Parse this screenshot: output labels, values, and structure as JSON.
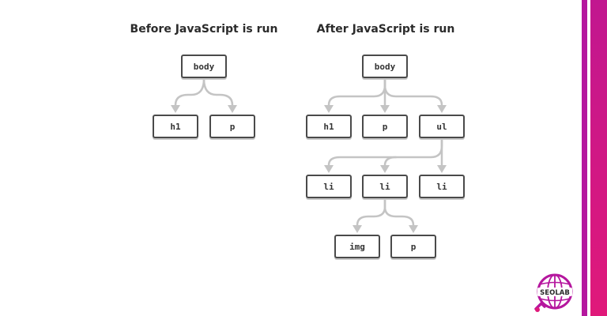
{
  "left_panel": {
    "heading": "Before JavaScript is run",
    "nodes": {
      "body": "body",
      "h1": "h1",
      "p": "p"
    }
  },
  "right_panel": {
    "heading": "After JavaScript is run",
    "nodes": {
      "body": "body",
      "h1": "h1",
      "p": "p",
      "ul": "ul",
      "li_1": "li",
      "li_2": "li",
      "li_3": "li",
      "img": "img",
      "p2": "p"
    }
  },
  "logo": {
    "text": "SEOLAB",
    "icon": "globe-logo-icon"
  },
  "colors": {
    "node_border": "#4a4a4a",
    "arrow": "#c4c4c4",
    "accent_magenta": "#b5179e",
    "accent_pink": "#e0197a"
  }
}
